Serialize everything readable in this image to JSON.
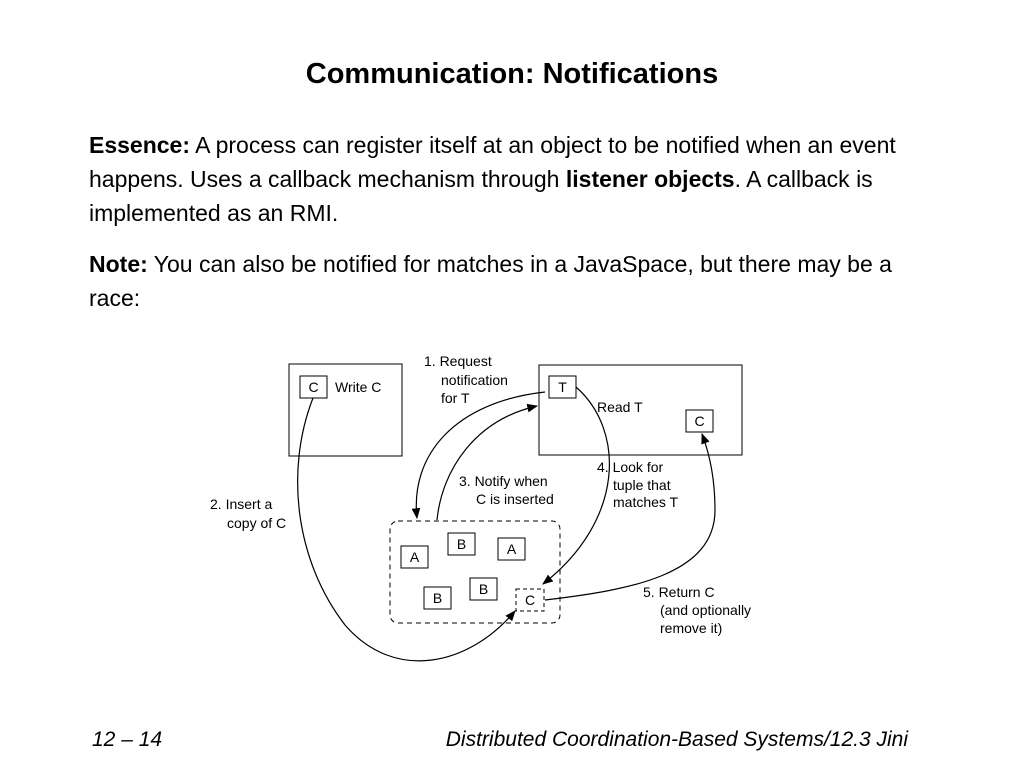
{
  "slide": {
    "title": "Communication: Notifications",
    "essence_label": "Essence:",
    "essence_text_1": " A process can register itself at an object to be notified when an event happens. Uses a callback mechanism through ",
    "essence_bold": "listener objects",
    "essence_text_2": ". A callback is implemented as an RMI.",
    "note_label": "Note:",
    "note_text": " You can also be notified for matches in a JavaSpace, but there may be a race:"
  },
  "diagram": {
    "write_box_item": "C",
    "write_label": "Write C",
    "read_box_item_t": "T",
    "read_label": "Read T",
    "read_box_item_c": "C",
    "space_items": [
      "A",
      "B",
      "A",
      "B",
      "B",
      "C"
    ],
    "step1": [
      "1. Request",
      "notification",
      "for T"
    ],
    "step2": [
      "2. Insert a",
      "copy of C"
    ],
    "step3": [
      "3. Notify when",
      "C is inserted"
    ],
    "step4": [
      "4. Look for",
      "tuple that",
      "matches T"
    ],
    "step5": [
      "5. Return C",
      "(and optionally",
      "remove it)"
    ]
  },
  "footer": {
    "page": "12 – 14",
    "section": "Distributed Coordination-Based Systems/12.3 Jini"
  }
}
